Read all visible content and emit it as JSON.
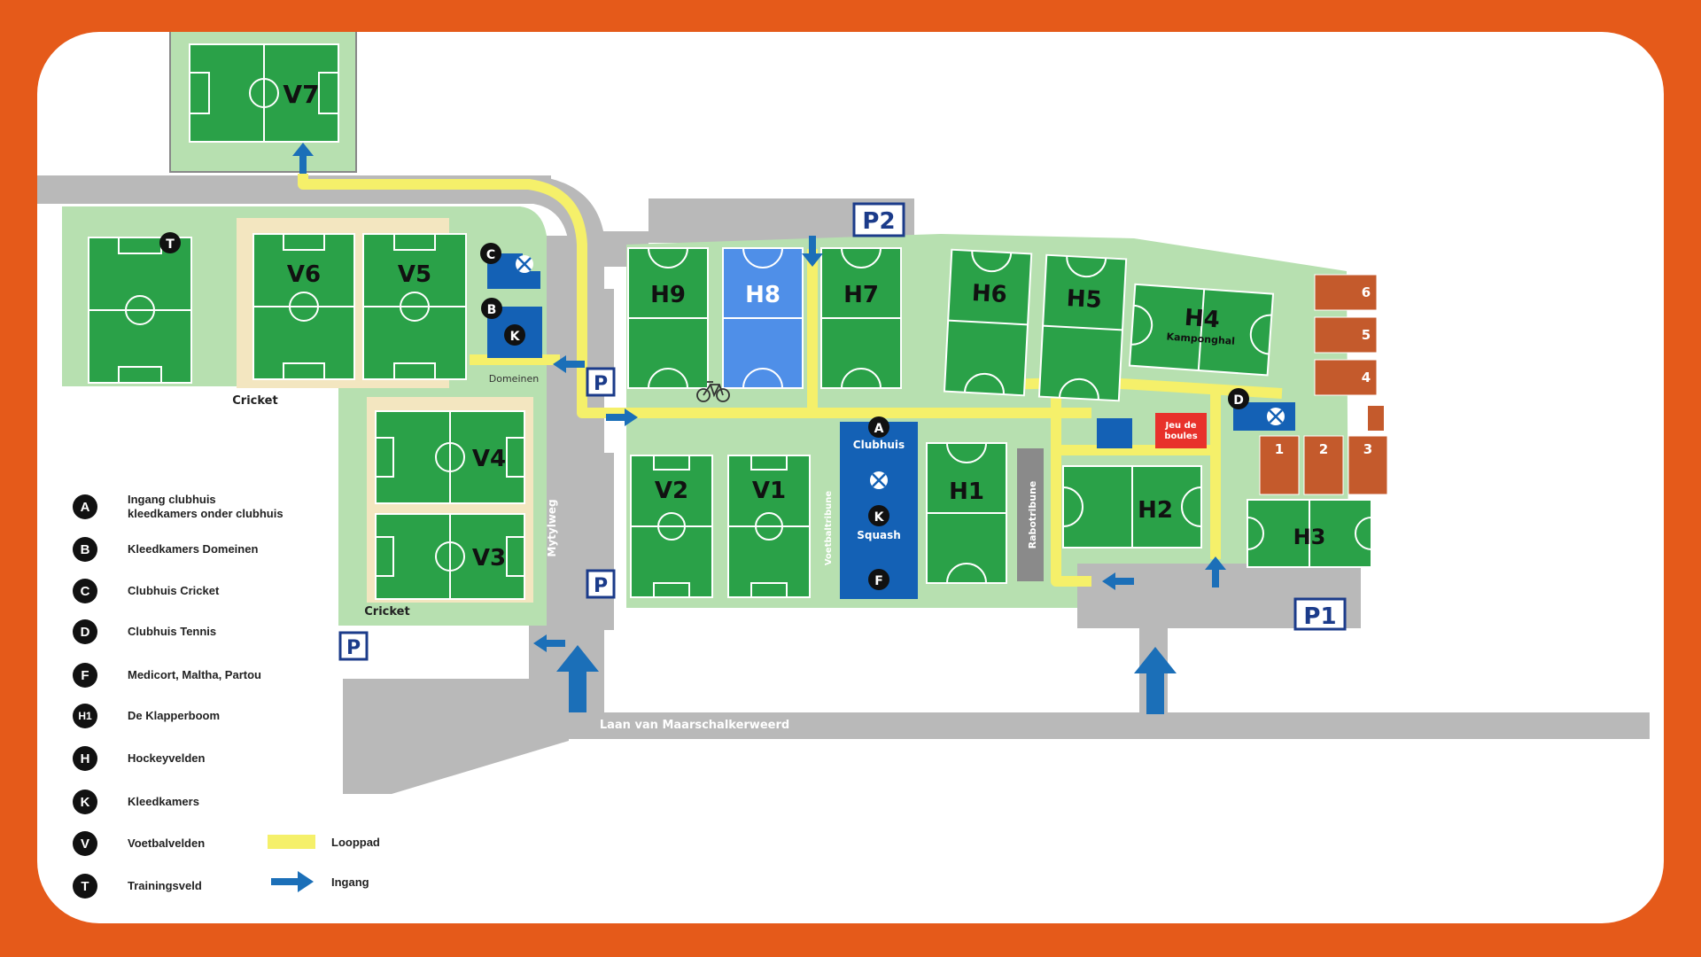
{
  "colors": {
    "frame": "#e55a1a",
    "background": "#ffffff",
    "grass_light": "#b7e0b0",
    "pitch": "#2aa148",
    "pitch_blue": "#4f8fe8",
    "walkway": "#f5f06a",
    "road": "#b9b9b9",
    "building": "#1461b5",
    "tennis": "#c45a2c",
    "cricket_sand": "#f3e6c0"
  },
  "fields": {
    "v1": "V1",
    "v2": "V2",
    "v3": "V3",
    "v4": "V4",
    "v5": "V5",
    "v6": "V6",
    "v7": "V7",
    "h1": "H1",
    "h2": "H2",
    "h3": "H3",
    "h4": "H4",
    "h4_sub": "Kamponghal",
    "h5": "H5",
    "h6": "H6",
    "h7": "H7",
    "h8": "H8",
    "h9": "H9"
  },
  "parking": {
    "p": "P",
    "p1": "P1",
    "p2": "P2"
  },
  "labels": {
    "cricket": "Cricket",
    "domeinen": "Domeinen",
    "mytylweg": "Mytylweg",
    "laan": "Laan van Maarschalkerweerd",
    "clubhuis": "Clubhuis",
    "squash": "Squash",
    "voetbaltribune": "Voetbaltribune",
    "rabotribune": "Rabotribune",
    "jeu_de_boules": "Jeu de boules"
  },
  "tennis_courts": [
    "1",
    "2",
    "3",
    "4",
    "5",
    "6"
  ],
  "markers": {
    "a": "A",
    "b": "B",
    "c": "C",
    "d": "D",
    "f": "F",
    "k": "K",
    "t": "T"
  },
  "legend": {
    "items": [
      {
        "badge": "A",
        "text": "Ingang clubhuis\nkleedkamers onder clubhuis"
      },
      {
        "badge": "B",
        "text": "Kleedkamers Domeinen"
      },
      {
        "badge": "C",
        "text": "Clubhuis Cricket"
      },
      {
        "badge": "D",
        "text": "Clubhuis Tennis"
      },
      {
        "badge": "F",
        "text": "Medicort, Maltha, Partou"
      },
      {
        "badge": "H1",
        "text": "De Klapperboom"
      },
      {
        "badge": "H",
        "text": "Hockeyvelden"
      },
      {
        "badge": "K",
        "text": "Kleedkamers"
      },
      {
        "badge": "V",
        "text": "Voetbalvelden"
      },
      {
        "badge": "T",
        "text": "Trainingsveld"
      }
    ],
    "looppad": "Looppad",
    "ingang": "Ingang"
  },
  "icons": [
    "bike-icon",
    "arrow-up-icon",
    "arrow-left-icon",
    "arrow-right-icon",
    "arrow-down-icon",
    "cross-icon"
  ]
}
